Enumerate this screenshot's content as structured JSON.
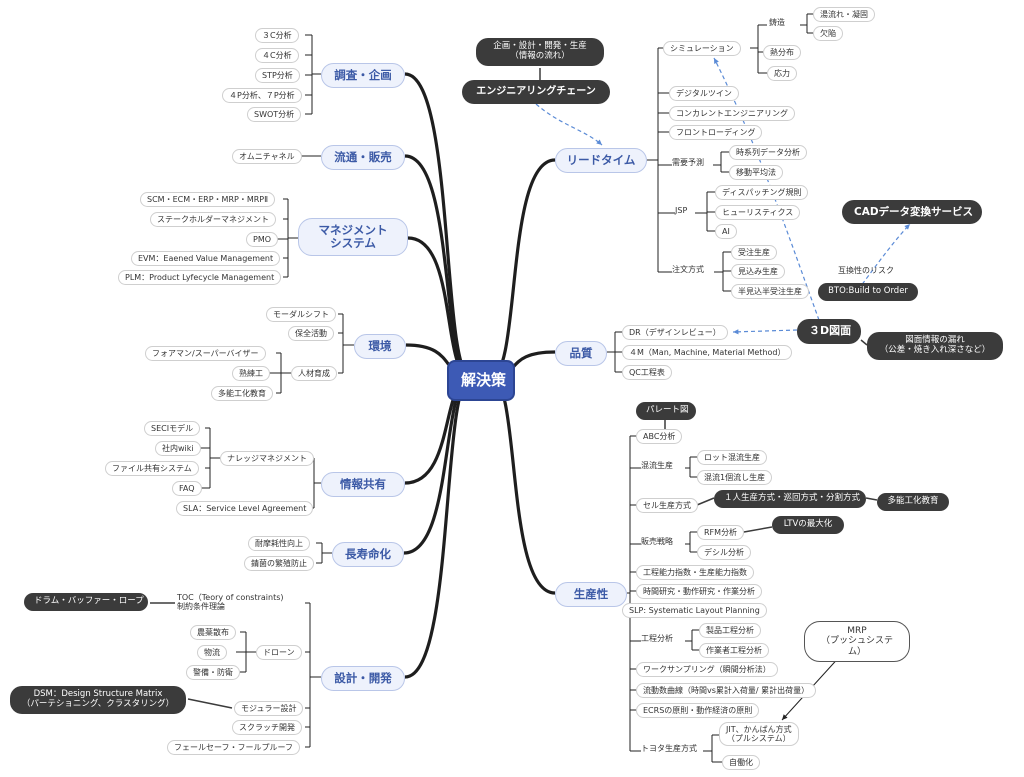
{
  "root": "解決策",
  "colors": {
    "root": "#3d5ab5",
    "branch_fill": "#eef2fc",
    "branch_text": "#3c5aa6",
    "callout": "#3b3b3b",
    "line": "#222222",
    "dashed": "#5b8bd6"
  },
  "left": {
    "research": {
      "label": "調査・企画",
      "items": [
        "３C分析",
        "４C分析",
        "STP分析",
        "４P分析、７P分析",
        "SWOT分析"
      ]
    },
    "distribution": {
      "label": "流通・販売",
      "items": [
        "オムニチャネル"
      ]
    },
    "management": {
      "label": "マネジメント\nシステム",
      "items": [
        "SCM・ECM・ERP・MRP・MRPⅡ",
        "ステークホルダーマネジメント",
        "PMO",
        "EVM：Eaened Value Management",
        "PLM：Product Lyfecycle Management"
      ]
    },
    "environment": {
      "label": "環境",
      "items": [
        "モーダルシフト",
        "保全活動",
        "人材育成",
        "フォアマン/スーパーバイザー",
        "熟練工",
        "多能工化教育"
      ]
    },
    "info_sharing": {
      "label": "情報共有",
      "items": [
        "ナレッジマネジメント",
        "SECIモデル",
        "社内wiki",
        "ファイル共有システム",
        "FAQ",
        "SLA：Service Level Agreement"
      ]
    },
    "longevity": {
      "label": "長寿命化",
      "items": [
        "耐摩耗性向上",
        "錆菌の繁殖防止"
      ]
    },
    "design": {
      "label": "設計・開発",
      "items": [
        "TOC（Teory of constraints)\n制約条件理論",
        "ドローン",
        "農薬散布",
        "物流",
        "警備・防衛",
        "モジュラー設計",
        "スクラッチ開発",
        "フェールセーフ・フールプルーフ"
      ],
      "callouts": [
        "ドラム・バッファー・ロープ",
        "DSM：Design Structure Matrix\n（パーテショニング、クラスタリング）"
      ]
    }
  },
  "right": {
    "engineering_chain": {
      "label": "エンジニアリングチェーン",
      "note": "企画・設計・開発・生産\n（情報の流れ）"
    },
    "leadtime": {
      "label": "リードタイム",
      "items": [
        "シミュレーション",
        "鋳造",
        "湯流れ・凝固",
        "欠陥",
        "熱分布",
        "応力",
        "デジタルツイン",
        "コンカレントエンジニアリング",
        "フロントローディング",
        "需要予測",
        "時系列データ分析",
        "移動平均法",
        "JSP",
        "ディスパッチング規則",
        "ヒューリスティクス",
        "AI",
        "注文方式",
        "受注生産",
        "見込み生産",
        "半見込半受注生産"
      ]
    },
    "cad": {
      "label": "CADデータ変換サービス",
      "risk": "互換性のリスク",
      "bto": "BTO:Build to Order"
    },
    "quality": {
      "label": "品質",
      "items": [
        "DR（デザインレビュー）",
        "４M（Man, Machine, Material Method）",
        "QC工程表"
      ],
      "drawing": "３D図面",
      "drawing_note": "図面情報の漏れ\n（公差・焼き入れ深さなど）"
    },
    "productivity": {
      "label": "生産性",
      "items": [
        "ABC分析",
        "混流生産",
        "ロット混流生産",
        "混流1個流し生産",
        "セル生産方式",
        "販売戦略",
        "RFM分析",
        "デシル分析",
        "工程能力指数・生産能力指数",
        "時間研究・動作研究・作業分析",
        "SLP: Systematic Layout Planning",
        "工程分析",
        "製品工程分析",
        "作業者工程分析",
        "ワークサンプリング（瞬間分析法）",
        "流動数曲線（時間vs累計入荷量/ 累計出荷量）",
        "ECRSの原則・動作経済の原則",
        "トヨタ生産方式",
        "JIT、かんばん方式\n（プルシステム）",
        "自働化"
      ],
      "callouts": [
        "パレート図",
        "１人生産方式・巡回方式・分割方式",
        "多能工化教育",
        "LTVの最大化"
      ],
      "mrp": "MRP\n（プッシュシステム）"
    }
  }
}
